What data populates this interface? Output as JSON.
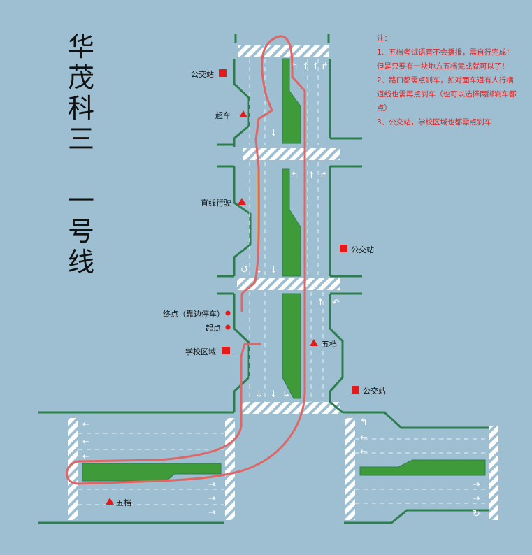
{
  "title": {
    "line1": [
      "华",
      "茂",
      "科",
      "三"
    ],
    "line2": [
      "一",
      "号",
      "线"
    ]
  },
  "notes": {
    "heading": "注：",
    "items": [
      "1、五档考试语音不会播报，需自行完成！但是只要有一块地方五档完成就可以了！",
      "2、路口都需点刹车，如对面车道有人行横道线也需再点刹车（也可以选择两脚刹车都点）",
      "3、公交站，学校区域也都需点刹车"
    ]
  },
  "labels": {
    "bus_stop_top_left": "公交站",
    "overtake": "超车",
    "straight_driving": "直线行驶",
    "bus_stop_mid_right": "公交站",
    "end_point": "终点（靠边停车）",
    "start_point": "起点",
    "school_zone": "学校区域",
    "fifth_gear_mid": "五档",
    "bus_stop_low_right": "公交站",
    "fifth_gear_bottom": "五档"
  },
  "colors": {
    "background": "#9dbfd1",
    "road_edge": "#2e7d4f",
    "median": "#3f9a3a",
    "route": "#e06666",
    "marker": "#e41b1b",
    "notes": "#e02020",
    "yellow_line": "#e8c33a"
  },
  "markers": {
    "square": "bus-stop-marker",
    "triangle": "task-marker",
    "circle": "point-marker"
  }
}
